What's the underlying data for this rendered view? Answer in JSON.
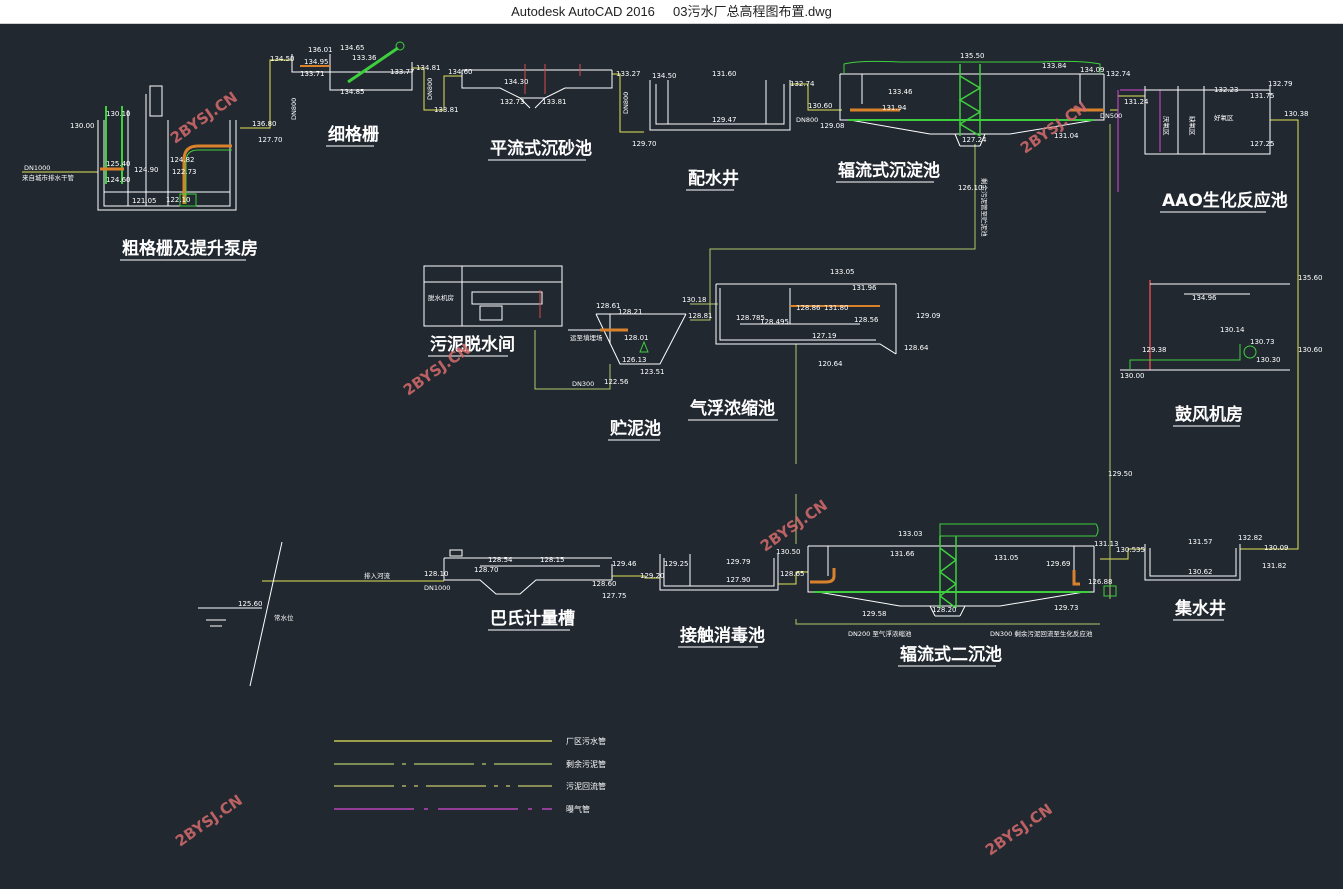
{
  "window": {
    "app_name": "Autodesk AutoCAD 2016",
    "file_name": "03污水厂总高程图布置.dwg"
  },
  "drawing": {
    "units": [
      {
        "key": "coarse",
        "label": "粗格栅及提升泵房"
      },
      {
        "key": "fine",
        "label": "细格栅"
      },
      {
        "key": "grit",
        "label": "平流式沉砂池"
      },
      {
        "key": "distrib",
        "label": "配水井"
      },
      {
        "key": "primary",
        "label": "辐流式沉淀池"
      },
      {
        "key": "aao",
        "label": "AAO生化反应池"
      },
      {
        "key": "dewater",
        "label": "污泥脱水间"
      },
      {
        "key": "storage",
        "label": "贮泥池"
      },
      {
        "key": "daf",
        "label": "气浮浓缩池"
      },
      {
        "key": "blower",
        "label": "鼓风机房"
      },
      {
        "key": "parshall",
        "label": "巴氏计量槽"
      },
      {
        "key": "disinfect",
        "label": "接触消毒池"
      },
      {
        "key": "secondary",
        "label": "辐流式二沉池"
      },
      {
        "key": "collect",
        "label": "集水井"
      }
    ],
    "elevations": {
      "e01": "130.00",
      "e02": "130.10",
      "e03": "125.40",
      "e04": "124.60",
      "e05": "124.90",
      "e06": "124.82",
      "e07": "122.73",
      "e08": "121.05",
      "e09": "122.10",
      "e10": "136.80",
      "e11": "127.70",
      "e12": "134.50",
      "e13": "136.01",
      "e14": "134.95",
      "e15": "133.71",
      "e16": "134.65",
      "e17": "133.36",
      "e18": "134.85",
      "e19": "133.77",
      "e20": "134.81",
      "e21": "133.81",
      "e22": "134.60",
      "e23": "134.30",
      "e24": "132.73",
      "e25": "133.81",
      "e26": "133.27",
      "e27": "134.50",
      "e28": "131.60",
      "e29": "129.47",
      "e30": "129.70",
      "e31": "132.74",
      "e32": "130.60",
      "e33": "135.50",
      "e34": "133.46",
      "e35": "131.94",
      "e36": "129.08",
      "e37": "127.24",
      "e38": "133.84",
      "e39": "134.09",
      "e40": "132.74",
      "e41": "131.04",
      "e42": "131.24",
      "e43": "132.23",
      "e44": "131.75",
      "e45": "132.79",
      "e46": "127.25",
      "e47": "130.38",
      "e48": "128.61",
      "e49": "128.21",
      "e50": "128.01",
      "e51": "126.13",
      "e52": "130.18",
      "e53": "128.81",
      "e54": "133.05",
      "e55": "131.96",
      "e56": "128.86",
      "e57": "131.80",
      "e58": "128.785",
      "e59": "128.495",
      "e60": "127.19",
      "e61": "128.56",
      "e62": "129.09",
      "e63": "128.64",
      "e64": "120.64",
      "e65": "122.56",
      "e66": "123.51",
      "e67": "135.60",
      "e68": "134.96",
      "e69": "130.14",
      "e70": "130.73",
      "e71": "130.30",
      "e72": "130.60",
      "e73": "129.38",
      "e74": "130.00",
      "e75": "133.03",
      "e76": "131.66",
      "e77": "131.05",
      "e78": "129.69",
      "e79": "128.20",
      "e80": "129.58",
      "e81": "131.13",
      "e82": "130.535",
      "e83": "131.57",
      "e84": "132.82",
      "e85": "130.62",
      "e86": "130.09",
      "e87": "131.82",
      "e88": "129.73",
      "e89": "126.88",
      "e90": "130.50",
      "e91": "128.65",
      "e92": "129.79",
      "e93": "127.90",
      "e94": "129.25",
      "e95": "129.20",
      "e96": "129.46",
      "e97": "128.54",
      "e98": "128.15",
      "e99": "128.70",
      "e100": "127.75",
      "e101": "128.60",
      "e102": "125.60",
      "e103": "128.10",
      "e104": "126.10",
      "e105": "129.50"
    },
    "notes": {
      "inlet_pipe": "DN1000",
      "inlet_desc": "来自城市排水干管",
      "dn800a": "DN800",
      "dn800b": "DN800",
      "dn800c": "DN800",
      "dn800d": "DN800",
      "dn500": "DN500",
      "dn300": "DN300",
      "dn1000b": "DN1000",
      "outfall": "排入河流",
      "river_level": "常水位",
      "press": "脱水机房",
      "sludge_pipe_v": "剩余污泥管至贮泥池",
      "sec_note1": "DN200 至气浮浓缩池",
      "sec_note2": "DN300 剩余污泥回流至生化反应池",
      "truck": "运至填埋场",
      "aao1": "厌氧区",
      "aao2": "缺氧区",
      "aao3": "好氧区"
    },
    "legend": [
      {
        "label": "厂区污水管",
        "color": "#e3e35a"
      },
      {
        "label": "剩余污泥管",
        "color": "#b5c86a"
      },
      {
        "label": "污泥回流管",
        "color": "#c8c86a"
      },
      {
        "label": "曝气管",
        "color": "#d64ad6"
      }
    ],
    "watermark": "2BYSJ.CN",
    "colors": {
      "background": "#212830",
      "structure": "#ffffff",
      "water": "#e3e35a",
      "sludge": "#b5c86a",
      "air": "#d64ad6",
      "equipment": "#3ecf3e",
      "pipe_fill": "#d9822b",
      "watermark": "#d86c6c"
    }
  }
}
